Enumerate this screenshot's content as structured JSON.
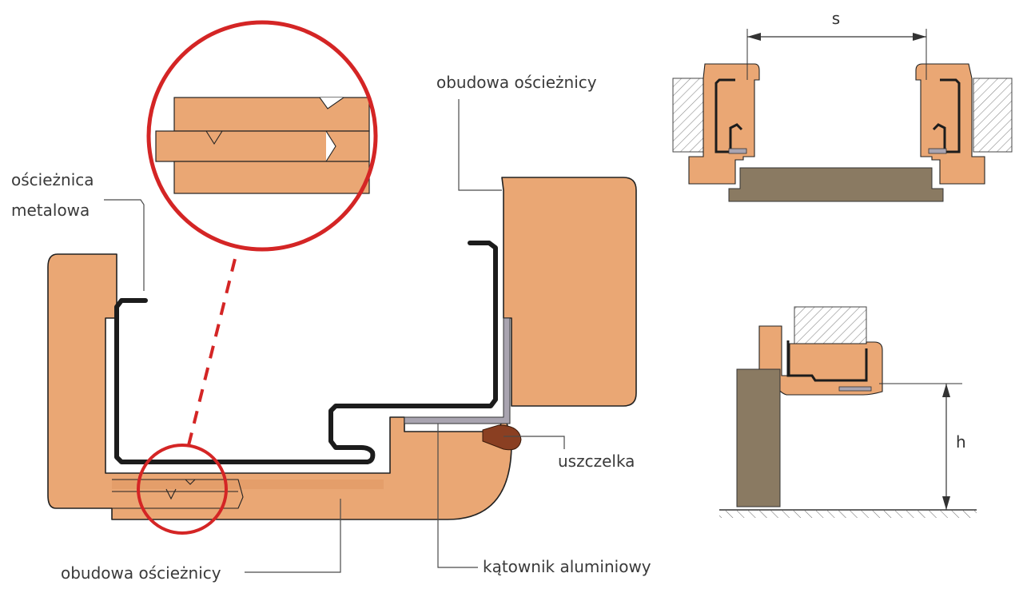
{
  "labels": {
    "frame_metal_line1": "ościeżnica",
    "frame_metal_line2": "metalowa",
    "casing_top": "obudowa ościeżnicy",
    "casing_bottom": "obudowa ościeżnicy",
    "seal": "uszczelka",
    "angle_aluminium": "kątownik aluminiowy"
  },
  "dimensions": {
    "width_symbol": "s",
    "height_symbol": "h"
  },
  "colors": {
    "wood": "#eaa774",
    "wood_dark": "#d98f5a",
    "steel": "#1c1c1c",
    "aluminium": "#a9a4b0",
    "seal": "#8a3f22",
    "magnifier": "#d42525",
    "floor": "#8a7a62",
    "wall_hatch": "#9a9a9a"
  }
}
